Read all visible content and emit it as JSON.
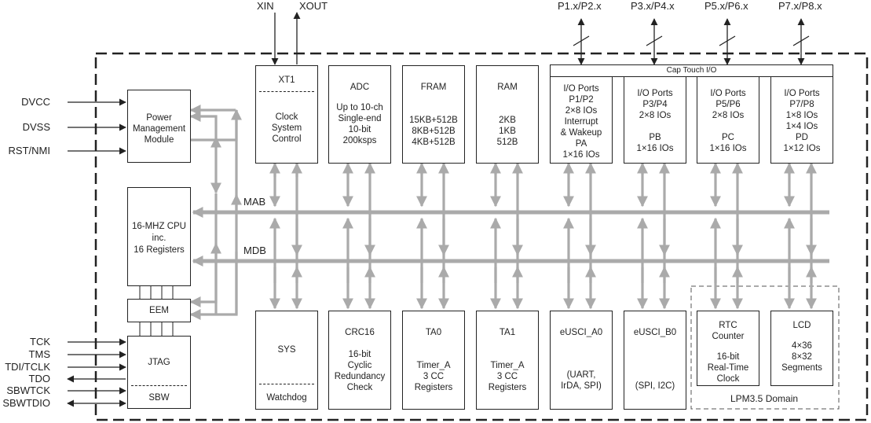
{
  "external_signals": {
    "top": [
      "XIN",
      "XOUT",
      "P1.x/P2.x",
      "P3.x/P4.x",
      "P5.x/P6.x",
      "P7.x/P8.x"
    ],
    "left": [
      "DVCC",
      "DVSS",
      "RST/NMI",
      "TCK",
      "TMS",
      "TDI/TCLK",
      "TDO",
      "SBWTCK",
      "SBWTDIO"
    ]
  },
  "buses": {
    "mab": "MAB",
    "mdb": "MDB"
  },
  "blocks": {
    "pmm": {
      "lines": [
        "Power",
        "Management",
        "Module"
      ]
    },
    "cpu": {
      "lines": [
        "16-MHZ CPU",
        "inc.",
        "16 Registers"
      ]
    },
    "eem": {
      "label": "EEM"
    },
    "jtag": {
      "label": "JTAG",
      "sub": "SBW"
    },
    "clock": {
      "header": "XT1",
      "lines": [
        "Clock",
        "System",
        "Control"
      ]
    },
    "adc": {
      "title": "ADC",
      "lines": [
        "Up to 10-ch",
        "Single-end",
        "10-bit",
        "200ksps"
      ]
    },
    "fram": {
      "title": "FRAM",
      "lines": [
        "15KB+512B",
        "8KB+512B",
        "4KB+512B"
      ]
    },
    "ram": {
      "title": "RAM",
      "lines": [
        "2KB",
        "1KB",
        "512B"
      ]
    },
    "captouch": {
      "label": "Cap Touch I/O"
    },
    "io12": {
      "lines": [
        "I/O Ports",
        "P1/P2",
        "2×8 IOs",
        "Interrupt",
        "& Wakeup",
        "PA",
        "1×16 IOs"
      ]
    },
    "io34": {
      "lines": [
        "I/O Ports",
        "P3/P4",
        "2×8 IOs",
        "",
        "PB",
        "1×16 IOs"
      ]
    },
    "io56": {
      "lines": [
        "I/O Ports",
        "P5/P6",
        "2×8 IOs",
        "",
        "PC",
        "1×16 IOs"
      ]
    },
    "io78": {
      "lines": [
        "I/O Ports",
        "P7/P8",
        "1×8 IOs",
        "1×4 IOs",
        "PD",
        "1×12 IOs"
      ]
    },
    "sys": {
      "title": "SYS",
      "sub": "Watchdog"
    },
    "crc": {
      "title": "CRC16",
      "lines": [
        "16-bit",
        "Cyclic",
        "Redundancy",
        "Check"
      ]
    },
    "ta0": {
      "title": "TA0",
      "lines": [
        "Timer_A",
        "3 CC",
        "Registers"
      ]
    },
    "ta1": {
      "title": "TA1",
      "lines": [
        "Timer_A",
        "3 CC",
        "Registers"
      ]
    },
    "euscia0": {
      "title": "eUSCI_A0",
      "lines": [
        "(UART,",
        "IrDA, SPI)"
      ]
    },
    "euscib0": {
      "title": "eUSCI_B0",
      "lines": [
        "(SPI, I2C)"
      ]
    },
    "rtc": {
      "lines": [
        "RTC",
        "Counter",
        "",
        "16-bit",
        "Real-Time",
        "Clock"
      ]
    },
    "lcd": {
      "title": "LCD",
      "lines": [
        "4×36",
        "8×32",
        "Segments"
      ]
    },
    "lpm": {
      "label": "LPM3.5 Domain"
    }
  }
}
